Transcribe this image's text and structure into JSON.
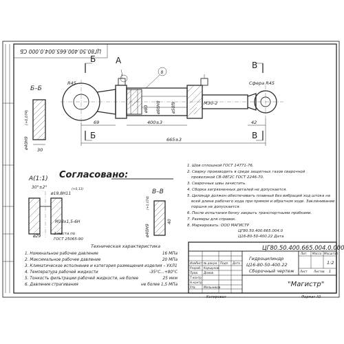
{
  "sheet": {
    "stamp_rotated": "ЦГ80.50.400.665.004.0.000 СБ",
    "section_b_label": "Б",
    "section_v_label": "В",
    "section_a_label": "А"
  },
  "dims": {
    "r45": "R45",
    "sphere": "Сфера R45",
    "pos8": "8",
    "d80": "ø80",
    "d80h8": "ø80Н8",
    "d50f9": "ø50f9",
    "m30": "М30-2",
    "d69": "69",
    "d400": "400±3",
    "d42": "42",
    "d665": "665±3"
  },
  "bb": {
    "title": "Б–Б",
    "d30": "30",
    "d40": "ø40Н9",
    "tol40": "(+0,074)"
  },
  "detail_a": {
    "title": "А(1:1)",
    "chamfer": "30°±2°",
    "d19": "ø19,8Н11",
    "tol19": "(+0,13)",
    "thread": "М18х1,5-6Н",
    "d29": "ø29",
    "note1": "2 места по",
    "note2": "ГОСТ 25065-90"
  },
  "agreed": "Согласовано:",
  "vv": {
    "title": "В–В",
    "d40": "ø40Н9",
    "tol40": "(+0,074)",
    "d40b": "40"
  },
  "spec": {
    "title": "Техническая характеристика",
    "rows": [
      {
        "label": "1. Номинальное рабочее давление",
        "value": "16 МПа"
      },
      {
        "label": "2. Максимальное рабочее давление",
        "value": "20 МПа"
      },
      {
        "label": "3. Климатическое исполнение и категория размещения изделия – УХЛ1",
        "value": ""
      },
      {
        "label": "4. Температура рабочей жидкости",
        "value": "-35°С...+80°С"
      },
      {
        "label": "5. Тонкость фильтрации рабочей жидкости, не более",
        "value": "25 мкм"
      },
      {
        "label": "6. Давление страгивания",
        "value": "не более 1,5 МПа"
      }
    ]
  },
  "notes": [
    "1. Шов сплошной ГОСТ 14771-76.",
    "2. Сварку производить в среде защитных газов сварочной",
    "проволокой СВ-08Г2С ГОСТ 2246-70.",
    "3. Сварочные швы зачистить.",
    "4. Сборка загрязненных деталей не допускается.",
    "5. Цилиндр должен обеспечивать плавный без вибраций ход штока на",
    "всей длине рабочего хода при прямом и обратном ходе. Заклинивание",
    "поршня не допускается.",
    "6. После испытания бочку закрыть транспортными пробками.",
    "7. Размеры для справок.",
    "8. Маркировать: ООО МАГИСТР",
    "ЦГ80.50.400.665.004.0",
    "Ц16-80-50-400.22 Дата"
  ],
  "title_block": {
    "code": "ЦГ80.50.400.665.004.0.000 СБ",
    "name1": "Гидроцилиндр",
    "name2": "Ц16-80-50-400.22",
    "name3": "Сборочный чертеж",
    "scale": "1:2",
    "company": "\"Магистр\"",
    "copied": "Копировал",
    "format": "Формат А3",
    "c_izm": "Изм",
    "c_list": "Лист",
    "c_doc": "№ докум.",
    "c_sign": "Подп.",
    "c_date": "Дата",
    "r_dev": "Разраб.",
    "r_dev_name": "Коршунов",
    "r_check": "Пров.",
    "r_check_name": "Домов",
    "r_tcontr": "Т.контр.",
    "r_ncontr": "Н.контр.",
    "r_appr": "Утв.",
    "r_appr_name": "Мельников",
    "lit": "Лит.",
    "mass": "Масса",
    "scale_h": "Масштаб",
    "sheet_h": "Лист",
    "sheets_h": "Листов",
    "sheets_n": "1"
  }
}
